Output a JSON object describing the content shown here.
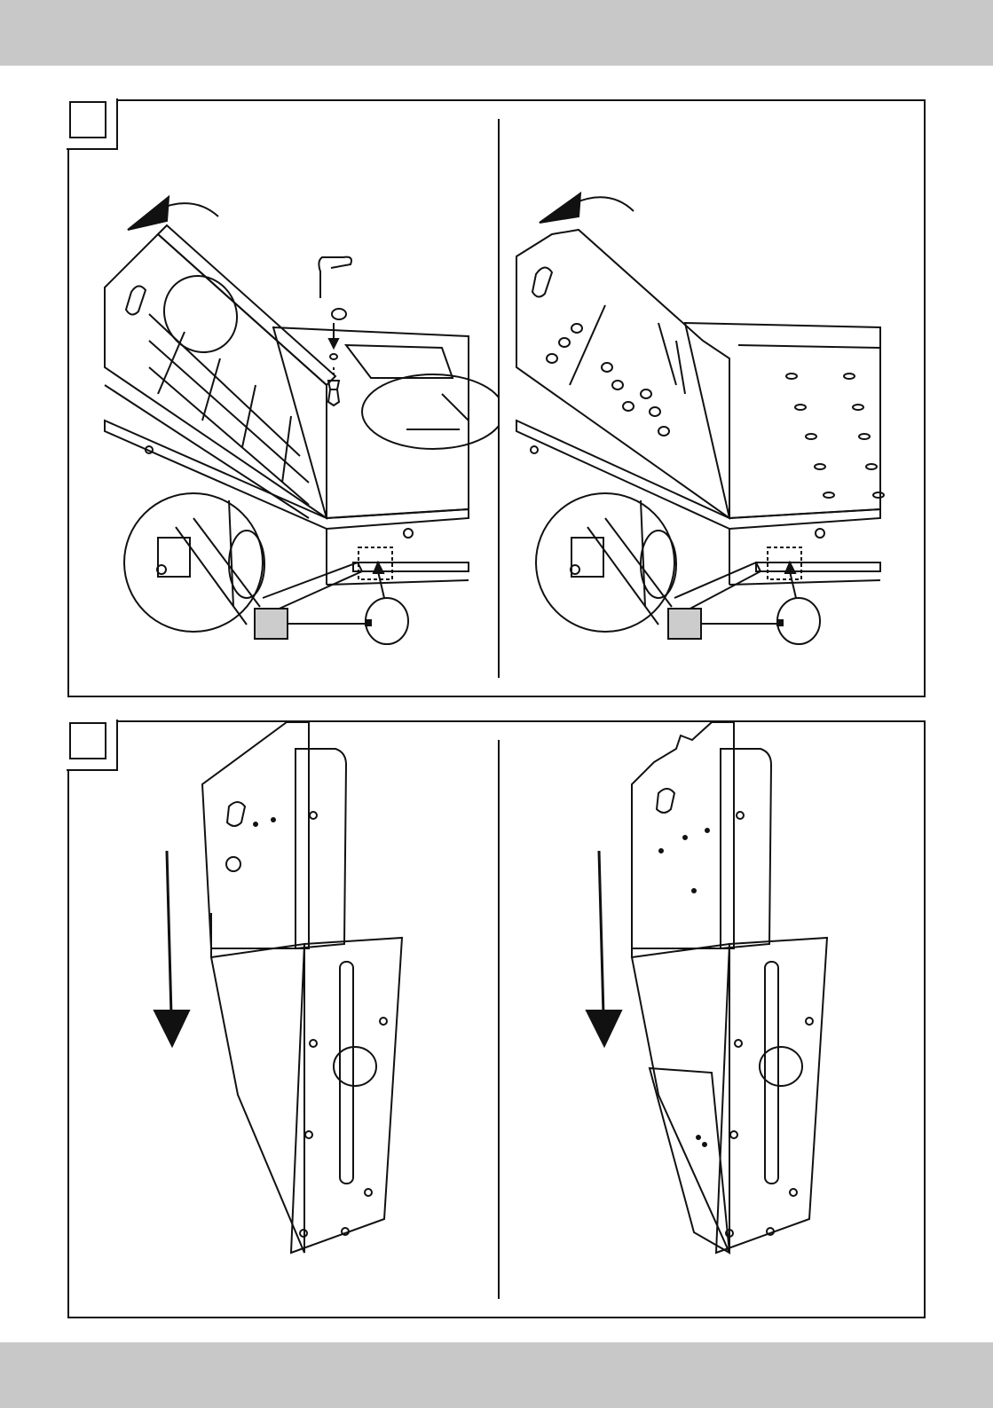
{
  "page": {
    "header_band": "",
    "footer_band": ""
  },
  "figures": [
    {
      "number": "",
      "step_left": "tilt-table-back",
      "step_right": "tilt-table-back"
    },
    {
      "number": "",
      "step_left": "slide-bracket-down",
      "step_right": "slide-bracket-down"
    }
  ],
  "colors": {
    "line": "#111111",
    "band": "#c8c8c8",
    "callout_box": "#cccccc"
  }
}
